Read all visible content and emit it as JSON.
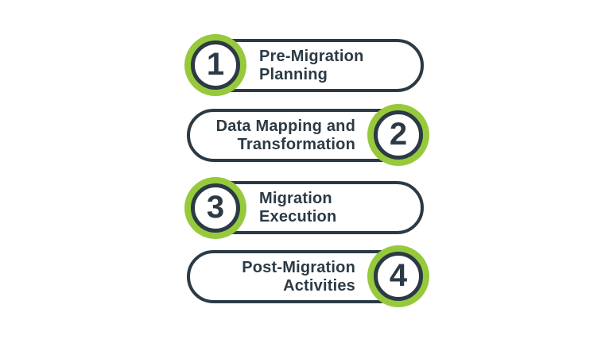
{
  "colors": {
    "accent_green": "#97c93c",
    "dark_navy": "#2b3a45",
    "background": "#ffffff",
    "text": "#2b3a45"
  },
  "steps": [
    {
      "number": "1",
      "line1": "Pre-Migration",
      "line2": "Planning",
      "side": "left"
    },
    {
      "number": "2",
      "line1": "Data Mapping and",
      "line2": "Transformation",
      "side": "right"
    },
    {
      "number": "3",
      "line1": "Migration",
      "line2": "Execution",
      "side": "left"
    },
    {
      "number": "4",
      "line1": "Post-Migration",
      "line2": "Activities",
      "side": "right"
    }
  ]
}
